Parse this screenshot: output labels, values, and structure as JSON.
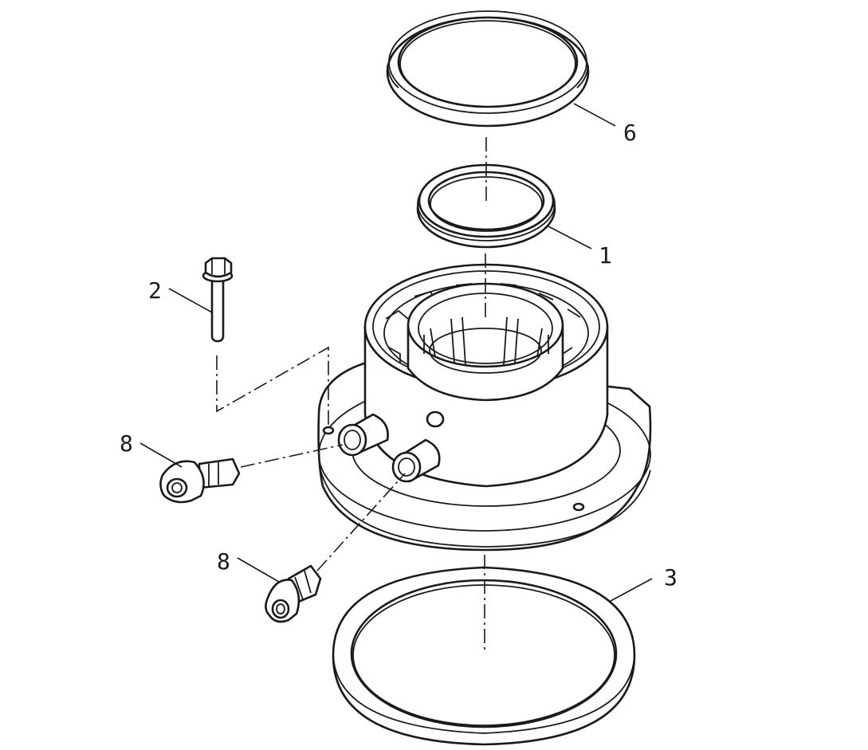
{
  "diagram": {
    "callouts": [
      {
        "id": "c6",
        "label": "6"
      },
      {
        "id": "c1",
        "label": "1"
      },
      {
        "id": "c2",
        "label": "2"
      },
      {
        "id": "c8a",
        "label": "8"
      },
      {
        "id": "c8b",
        "label": "8"
      },
      {
        "id": "c3",
        "label": "3"
      }
    ]
  }
}
